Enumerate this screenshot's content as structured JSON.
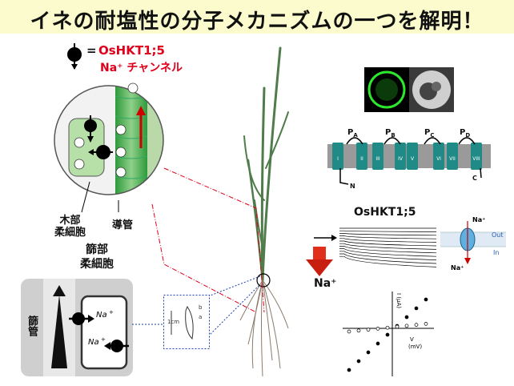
{
  "title": "イネの耐塩性の分子メカニズムの一つを解明！",
  "legend": {
    "eq": "=",
    "name": "OsHKT1;5",
    "desc": "Na⁺ チャンネル"
  },
  "labels": {
    "xylem_parenchyma": [
      "木部",
      "柔細胞"
    ],
    "xylem_vessel": "導管",
    "phloem_parenchyma": [
      "篩部",
      "柔細胞"
    ],
    "phloem_vessel": "篩管",
    "na": "Na",
    "na_out": "Na⁺",
    "oshkt": "OsHKT1;5",
    "p_a": "P",
    "p_a_sub": "A",
    "p_b": "P",
    "p_b_sub": "B",
    "p_c": "P",
    "p_c_sub": "C",
    "p_d": "P",
    "p_d_sub": "D",
    "n_term": "N",
    "c_term": "C",
    "tm": [
      "I",
      "II",
      "III",
      "IV",
      "V",
      "VI",
      "VII",
      "VIII"
    ],
    "out": "Out",
    "in": "In",
    "na_top": "Na⁺",
    "na_bottom": "Na⁺",
    "scale": "1cm",
    "iv_y": "I (μA)",
    "iv_x": "V",
    "iv_xu": "(mV)",
    "leaf_b": "b",
    "leaf_a": "a"
  },
  "colors": {
    "red": "#e0001b",
    "teal": "#1f8a86",
    "green": "#3aa64a",
    "grey": "#cfcfcf"
  }
}
